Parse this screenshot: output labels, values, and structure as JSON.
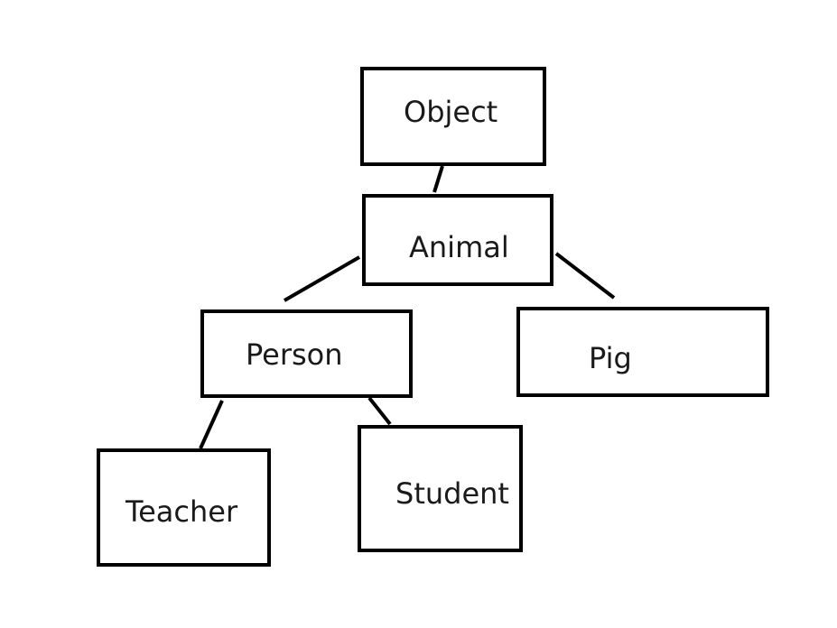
{
  "nodes": {
    "object": "Object",
    "animal": "Animal",
    "person": "Person",
    "pig": "Pig",
    "teacher": "Teacher",
    "student": "Student"
  },
  "edges": [
    [
      "object",
      "animal"
    ],
    [
      "animal",
      "person"
    ],
    [
      "animal",
      "pig"
    ],
    [
      "person",
      "teacher"
    ],
    [
      "person",
      "student"
    ]
  ],
  "colors": {
    "stroke": "#000000",
    "text": "#1a1a1a",
    "background": "#ffffff"
  }
}
